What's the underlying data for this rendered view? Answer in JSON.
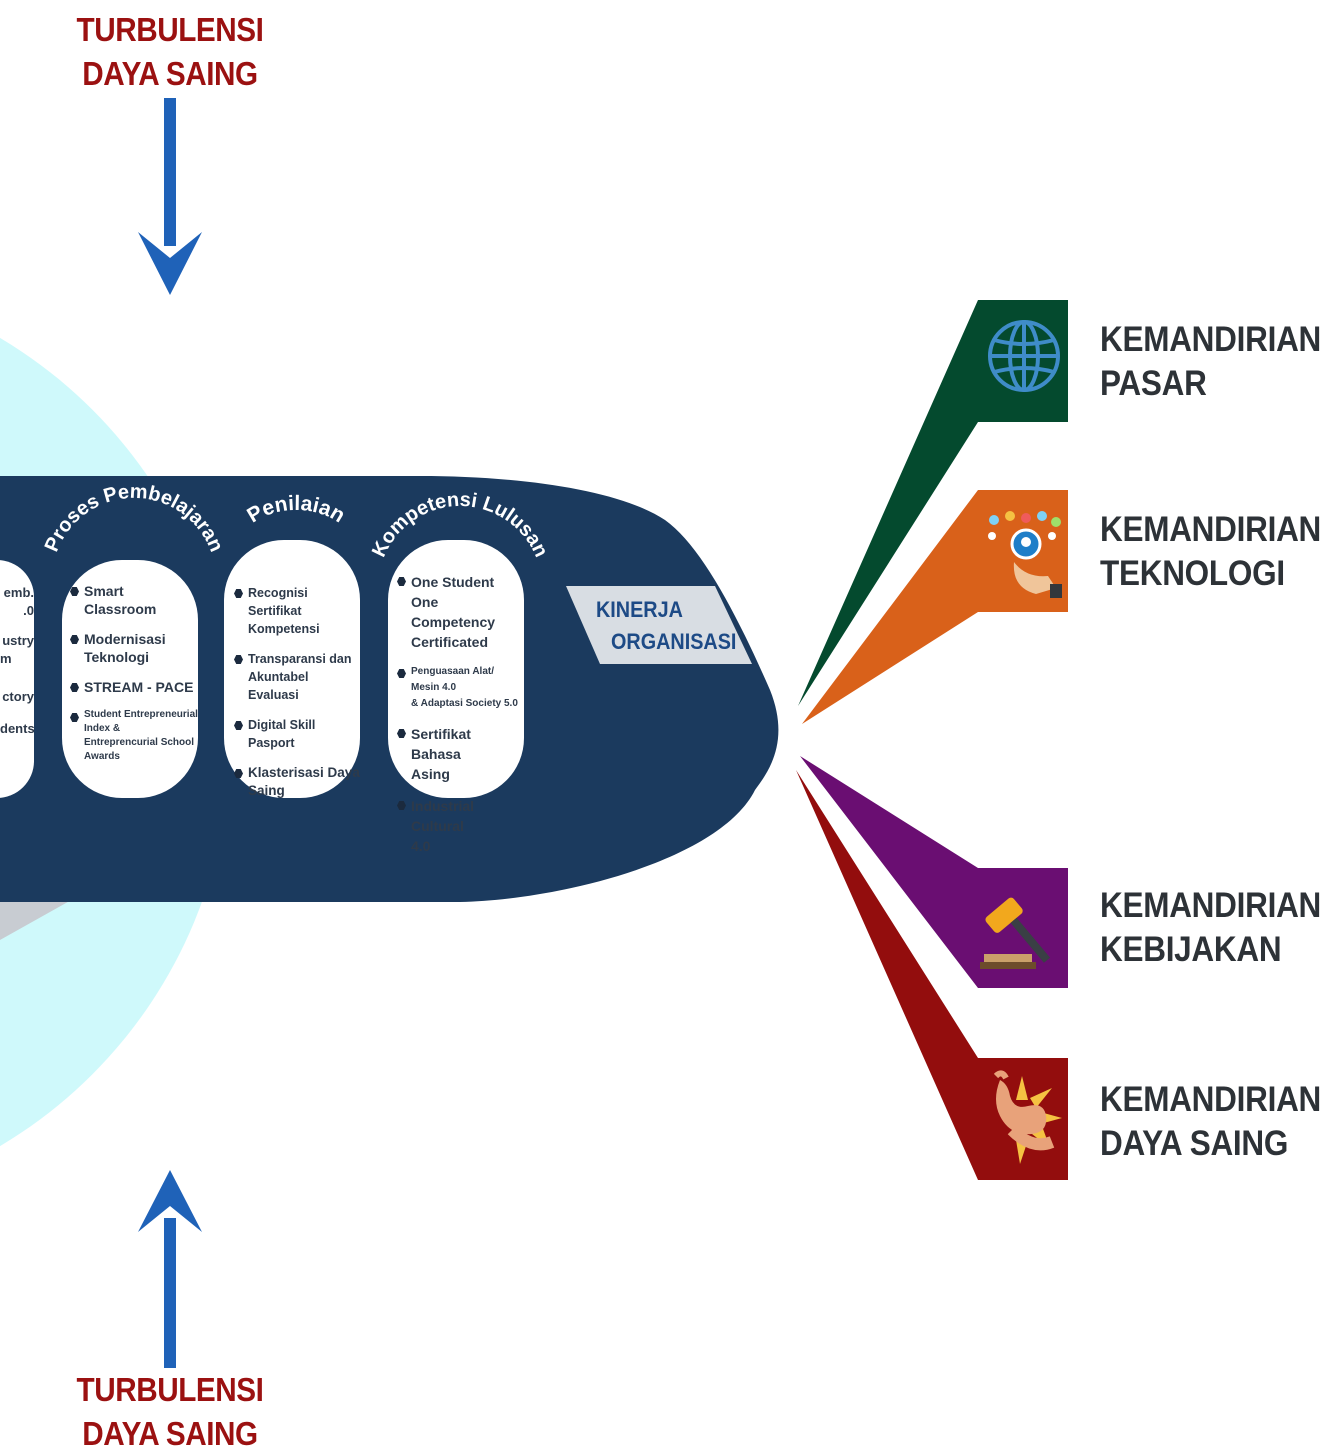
{
  "turbulence_top": {
    "line1": "TURBULENSI",
    "line2": "DAYA SAING"
  },
  "turbulence_bottom": {
    "line1": "TURBULENSI",
    "line2": "DAYA SAING"
  },
  "plane": {
    "kinerja": {
      "line1": "KINERJA",
      "line2": "ORGANISASI"
    },
    "partial_items": [
      "emb.",
      ".0",
      "ustry",
      "m",
      "ctory",
      "dents"
    ],
    "pills": [
      {
        "title": "Proses Pembelajaran",
        "items": [
          [
            "Smart Classroom"
          ],
          [
            "Modernisasi",
            "Teknologi"
          ],
          [
            "STREAM - PACE"
          ],
          [
            "Student Entrepreneurial",
            "Index &",
            "Entreprencurial School",
            "Awards"
          ]
        ]
      },
      {
        "title": "Penilaian",
        "items": [
          [
            "Recognisi Sertifikat",
            "Kompetensi"
          ],
          [
            "Transparansi dan",
            "Akuntabel Evaluasi"
          ],
          [
            "Digital Skill Pasport"
          ],
          [
            "Klasterisasi Daya",
            "Saing"
          ]
        ]
      },
      {
        "title": "Kompetensi Lulusan",
        "items": [
          [
            "One Student",
            "One Competency",
            "Certificated"
          ],
          [
            "Penguasaan Alat/",
            "Mesin 4.0",
            "& Adaptasi Society 5.0"
          ],
          [
            "Sertifikat Bahasa",
            "Asing"
          ],
          [
            "Industrial Cultural",
            "4.0"
          ]
        ]
      }
    ]
  },
  "outcomes": [
    {
      "line1": "KEMANDIRIAN",
      "line2": "PASAR",
      "color": "#044a2e",
      "icon": "globe-icon"
    },
    {
      "line1": "KEMANDIRIAN",
      "line2": "TEKNOLOGI",
      "color": "#d9611a",
      "icon": "technology-hand-icon"
    },
    {
      "line1": "KEMANDIRIAN",
      "line2": "KEBIJAKAN",
      "color": "#6a0e72",
      "icon": "gavel-icon"
    },
    {
      "line1": "KEMANDIRIAN",
      "line2": "DAYA SAING",
      "color": "#930d0d",
      "icon": "flexed-arm-icon"
    }
  ]
}
